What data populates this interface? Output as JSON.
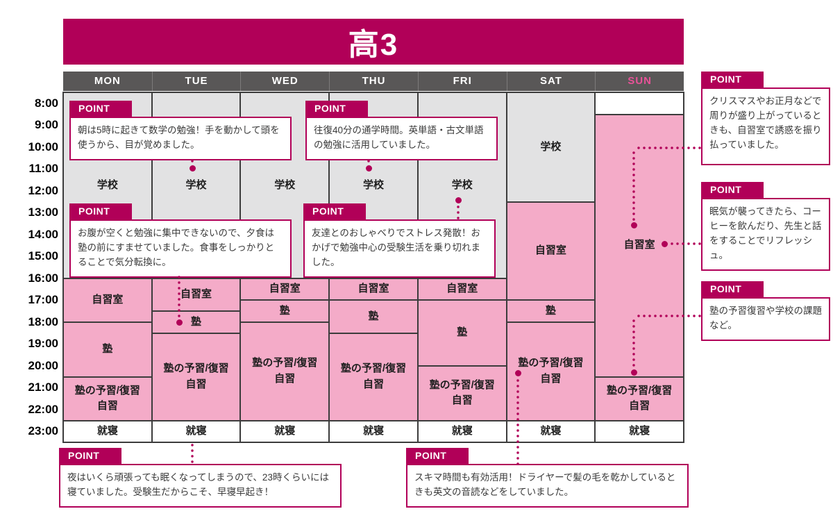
{
  "title": "高3",
  "days": [
    "MON",
    "TUE",
    "WED",
    "THU",
    "FRI",
    "SAT",
    "SUN"
  ],
  "times": [
    "8:00",
    "9:00",
    "10:00",
    "11:00",
    "12:00",
    "13:00",
    "14:00",
    "15:00",
    "16:00",
    "17:00",
    "18:00",
    "19:00",
    "20:00",
    "21:00",
    "22:00",
    "23:00"
  ],
  "schedule": [
    {
      "day": "MON",
      "blocks": [
        {
          "label": "学校",
          "start": 8,
          "end": 16.5,
          "type": "school"
        },
        {
          "label": "自習室",
          "start": 16.5,
          "end": 18.5,
          "type": "selfstudy"
        },
        {
          "label": "塾",
          "start": 18.5,
          "end": 21,
          "type": "juku"
        },
        {
          "label": "塾の予習/復習|自習",
          "start": 21,
          "end": 23,
          "type": "prep"
        },
        {
          "label": "就寝",
          "start": 23,
          "end": 24,
          "type": "sleep"
        }
      ]
    },
    {
      "day": "TUE",
      "blocks": [
        {
          "label": "学校",
          "start": 8,
          "end": 16.5,
          "type": "school"
        },
        {
          "label": "自習室",
          "start": 16.5,
          "end": 18,
          "type": "selfstudy"
        },
        {
          "label": "塾",
          "start": 18,
          "end": 19,
          "type": "juku"
        },
        {
          "label": "塾の予習/復習|自習",
          "start": 19,
          "end": 23,
          "type": "prep"
        },
        {
          "label": "就寝",
          "start": 23,
          "end": 24,
          "type": "sleep"
        }
      ]
    },
    {
      "day": "WED",
      "blocks": [
        {
          "label": "学校",
          "start": 8,
          "end": 16.5,
          "type": "school"
        },
        {
          "label": "自習室",
          "start": 16.5,
          "end": 17.5,
          "type": "selfstudy"
        },
        {
          "label": "塾",
          "start": 17.5,
          "end": 18.5,
          "type": "juku"
        },
        {
          "label": "塾の予習/復習|自習",
          "start": 18.5,
          "end": 23,
          "type": "prep"
        },
        {
          "label": "就寝",
          "start": 23,
          "end": 24,
          "type": "sleep"
        }
      ]
    },
    {
      "day": "THU",
      "blocks": [
        {
          "label": "学校",
          "start": 8,
          "end": 16.5,
          "type": "school"
        },
        {
          "label": "自習室",
          "start": 16.5,
          "end": 17.5,
          "type": "selfstudy"
        },
        {
          "label": "塾",
          "start": 17.5,
          "end": 19,
          "type": "juku"
        },
        {
          "label": "塾の予習/復習|自習",
          "start": 19,
          "end": 23,
          "type": "prep"
        },
        {
          "label": "就寝",
          "start": 23,
          "end": 24,
          "type": "sleep"
        }
      ]
    },
    {
      "day": "FRI",
      "blocks": [
        {
          "label": "学校",
          "start": 8,
          "end": 16.5,
          "type": "school"
        },
        {
          "label": "自習室",
          "start": 16.5,
          "end": 17.5,
          "type": "selfstudy"
        },
        {
          "label": "塾",
          "start": 17.5,
          "end": 20.5,
          "type": "juku"
        },
        {
          "label": "塾の予習/復習|自習",
          "start": 20.5,
          "end": 23,
          "type": "prep"
        },
        {
          "label": "就寝",
          "start": 23,
          "end": 24,
          "type": "sleep"
        }
      ]
    },
    {
      "day": "SAT",
      "blocks": [
        {
          "label": "学校",
          "start": 8,
          "end": 13,
          "type": "school"
        },
        {
          "label": "自習室",
          "start": 13,
          "end": 17.5,
          "type": "selfstudy"
        },
        {
          "label": "塾",
          "start": 17.5,
          "end": 18.5,
          "type": "juku"
        },
        {
          "label": "塾の予習/復習|自習",
          "start": 18.5,
          "end": 23,
          "type": "prep"
        },
        {
          "label": "就寝",
          "start": 23,
          "end": 24,
          "type": "sleep"
        }
      ]
    },
    {
      "day": "SUN",
      "blocks": [
        {
          "label": "",
          "start": 8,
          "end": 9,
          "type": "empty"
        },
        {
          "label": "自習室",
          "start": 9,
          "end": 21,
          "type": "selfstudy"
        },
        {
          "label": "塾の予習/復習|自習",
          "start": 21,
          "end": 23,
          "type": "prep"
        },
        {
          "label": "就寝",
          "start": 23,
          "end": 24,
          "type": "sleep"
        }
      ]
    }
  ],
  "callouts": [
    {
      "id": "morning",
      "label": "POINT",
      "text": "朝は5時に起きて数学の勉強！手を動かして頭を使うから、目が覚めました。"
    },
    {
      "id": "commute",
      "label": "POINT",
      "text": "往復40分の通学時間。英単語・古文単語の勉強に活用していました。"
    },
    {
      "id": "dinner",
      "label": "POINT",
      "text": "お腹が空くと勉強に集中できないので、夕食は塾の前にすませていました。食事をしっかりとることで気分転換に。"
    },
    {
      "id": "friends",
      "label": "POINT",
      "text": "友達とのおしゃべりでストレス発散！おかげで勉強中心の受験生活を乗り切れました。"
    },
    {
      "id": "night",
      "label": "POINT",
      "text": "夜はいくら頑張っても眠くなってしまうので、23時くらいには寝ていました。受験生だからこそ、早寝早起き！"
    },
    {
      "id": "sukima",
      "label": "POINT",
      "text": "スキマ時間も有効活用！ドライヤーで髪の毛を乾かしているときも英文の音読などをしていました。"
    },
    {
      "id": "holiday",
      "label": "POINT",
      "text": "クリスマスやお正月などで周りが盛り上がっているときも、自習室で誘惑を振り払っていました。"
    },
    {
      "id": "refresh",
      "label": "POINT",
      "text": "眠気が襲ってきたら、コーヒーを飲んだり、先生と話をすることでリフレッシュ。"
    },
    {
      "id": "prepnote",
      "label": "POINT",
      "text": "塾の予習復習や学校の課題など。"
    }
  ],
  "colors": {
    "magenta": "#b10058",
    "pink_cell": "#f4abc8",
    "gray_cell": "#e2e2e3",
    "header_bg": "#595757",
    "sun_text": "#e85298",
    "border_dark": "#3c3c3c",
    "text_dark": "#1f1f1f"
  }
}
